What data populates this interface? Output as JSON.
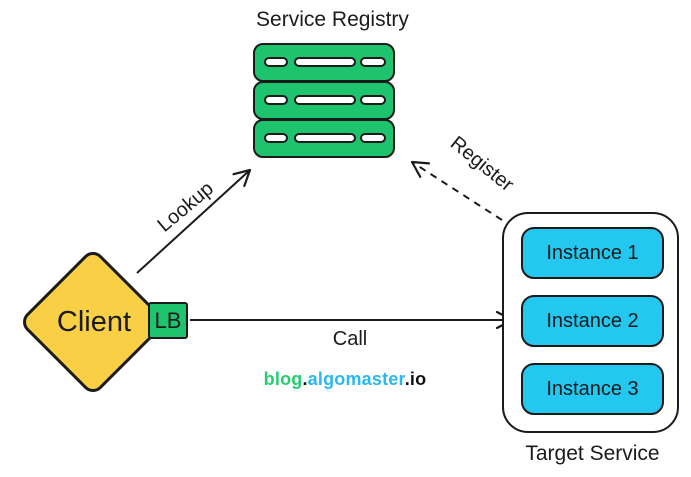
{
  "colors": {
    "green": "#1ec36e",
    "yellow": "#f9cf45",
    "cyan": "#23c7f0",
    "ink": "#1b1b1b",
    "watermark_green": "#27ce71",
    "watermark_cyan": "#29b8f2"
  },
  "registry": {
    "label": "Service Registry"
  },
  "client": {
    "label": "Client"
  },
  "lb": {
    "label": "LB"
  },
  "target": {
    "label": "Target Service",
    "instances": [
      "Instance 1",
      "Instance 2",
      "Instance 3"
    ]
  },
  "arrows": {
    "lookup": "Lookup",
    "call": "Call",
    "register": "Register"
  },
  "watermark": {
    "blog": "blog",
    "dot1": ".",
    "algomaster": "algomaster",
    "dot2": ".",
    "io": "io"
  }
}
